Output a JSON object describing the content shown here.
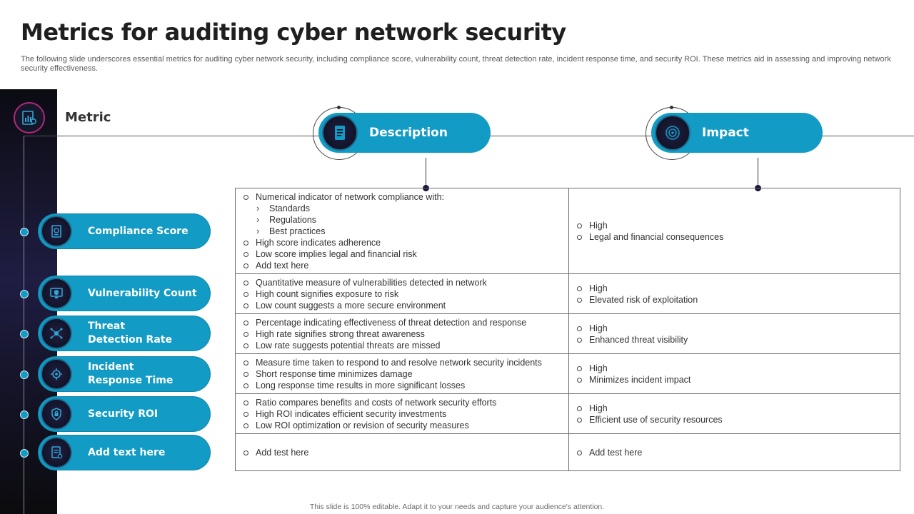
{
  "title": "Metrics for auditing cyber network security",
  "subtitle": "The following slide underscores essential metrics for auditing cyber network security, including compliance score, vulnerability count, threat detection rate, incident response time, and security ROI. These metrics aid in assessing and improving network security effectiveness.",
  "metric_heading": "Metric",
  "columns": {
    "description": {
      "label": "Description",
      "icon": "document-icon"
    },
    "impact": {
      "label": "Impact",
      "icon": "target-icon"
    }
  },
  "colors": {
    "accent": "#129bc4",
    "sidebar": "#1f1d42",
    "icon_bg": "#0d0d1e"
  },
  "metrics": [
    {
      "label": "Compliance Score",
      "icon": "compliance-report-icon"
    },
    {
      "label": "Vulnerability Count",
      "icon": "monitor-shield-icon"
    },
    {
      "label": "Threat Detection Rate",
      "line1": "Threat",
      "line2": "Detection Rate",
      "icon": "network-bug-icon"
    },
    {
      "label": "Incident Response Time",
      "line1": "Incident",
      "line2": "Response Time",
      "icon": "alarm-gear-icon"
    },
    {
      "label": "Security ROI",
      "icon": "shield-lock-icon"
    },
    {
      "label": "Add text here",
      "icon": "document-gear-icon"
    }
  ],
  "rows": [
    {
      "description": [
        {
          "text": "Numerical indicator of network compliance with:",
          "level": 0
        },
        {
          "text": "Standards",
          "level": 1
        },
        {
          "text": "Regulations",
          "level": 1
        },
        {
          "text": "Best practices",
          "level": 1
        },
        {
          "text": "High score indicates adherence",
          "level": 0
        },
        {
          "text": "Low score implies legal and financial risk",
          "level": 0
        },
        {
          "text": "Add text here",
          "level": 0
        }
      ],
      "impact": [
        "High",
        "Legal and financial consequences"
      ]
    },
    {
      "description": [
        {
          "text": "Quantitative measure of vulnerabilities detected in network",
          "level": 0
        },
        {
          "text": "High count signifies exposure to risk",
          "level": 0
        },
        {
          "text": "Low count suggests a more secure environment",
          "level": 0
        }
      ],
      "impact": [
        "High",
        "Elevated risk of exploitation"
      ]
    },
    {
      "description": [
        {
          "text": "Percentage indicating effectiveness of threat detection and response",
          "level": 0
        },
        {
          "text": "High rate signifies strong threat awareness",
          "level": 0
        },
        {
          "text": "Low rate suggests potential threats are missed",
          "level": 0
        }
      ],
      "impact": [
        "High",
        "Enhanced threat visibility"
      ]
    },
    {
      "description": [
        {
          "text": "Measure time taken to respond to and resolve network security incidents",
          "level": 0
        },
        {
          "text": "Short response time minimizes damage",
          "level": 0
        },
        {
          "text": "Long response time results in more significant losses",
          "level": 0
        }
      ],
      "impact": [
        "High",
        "Minimizes incident impact"
      ]
    },
    {
      "description": [
        {
          "text": "Ratio compares benefits and costs of network security efforts",
          "level": 0
        },
        {
          "text": "High ROI indicates efficient security investments",
          "level": 0
        },
        {
          "text": "Low ROI optimization or revision of security measures",
          "level": 0
        }
      ],
      "impact": [
        "High",
        "Efficient use of security resources"
      ]
    },
    {
      "description": [
        {
          "text": "Add test here",
          "level": 0
        }
      ],
      "impact": [
        "Add test here"
      ]
    }
  ],
  "footer": "This slide is 100% editable. Adapt it to your needs and capture your audience's attention."
}
